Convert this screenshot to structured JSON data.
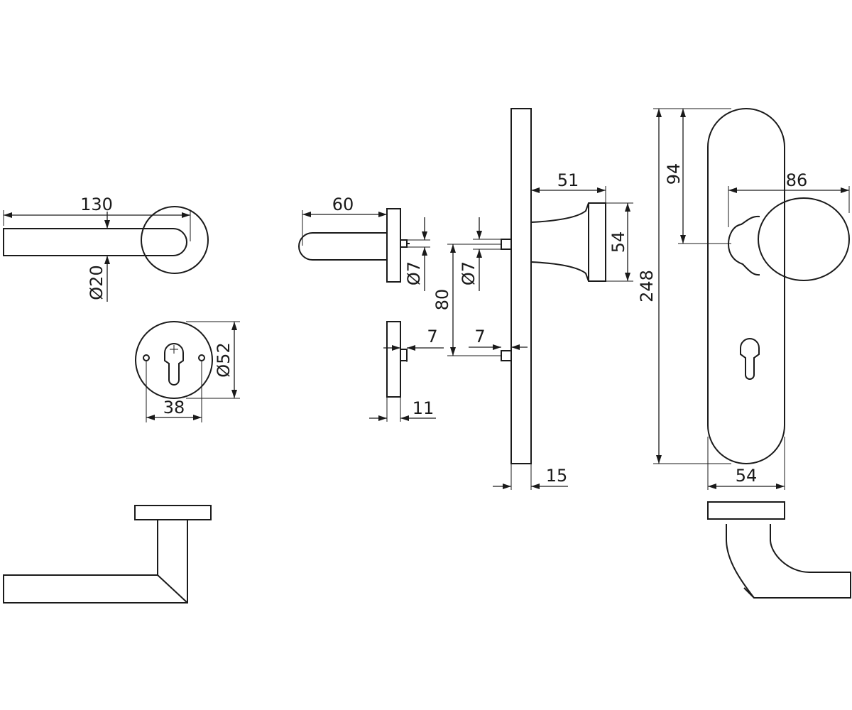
{
  "dimensions": {
    "lever_length": "130",
    "lever_diameter": "Ø20",
    "rosette_diameter": "Ø52",
    "rosette_hole_spacing": "38",
    "lever_length_small": "60",
    "spindle_diameter_a": "Ø7",
    "spindle_diameter_b": "Ø7",
    "spindle_distance": "80",
    "spindle_offset_a": "7",
    "spindle_offset_b": "7",
    "rosette_thickness": "11",
    "knob_projection": "51",
    "knob_height": "54",
    "plate_thickness": "15",
    "plate_length": "248",
    "knob_height_position": "94",
    "knob_diameter": "86",
    "plate_width": "54"
  },
  "colors": {
    "line": "#1a1a1a",
    "background": "#ffffff"
  }
}
